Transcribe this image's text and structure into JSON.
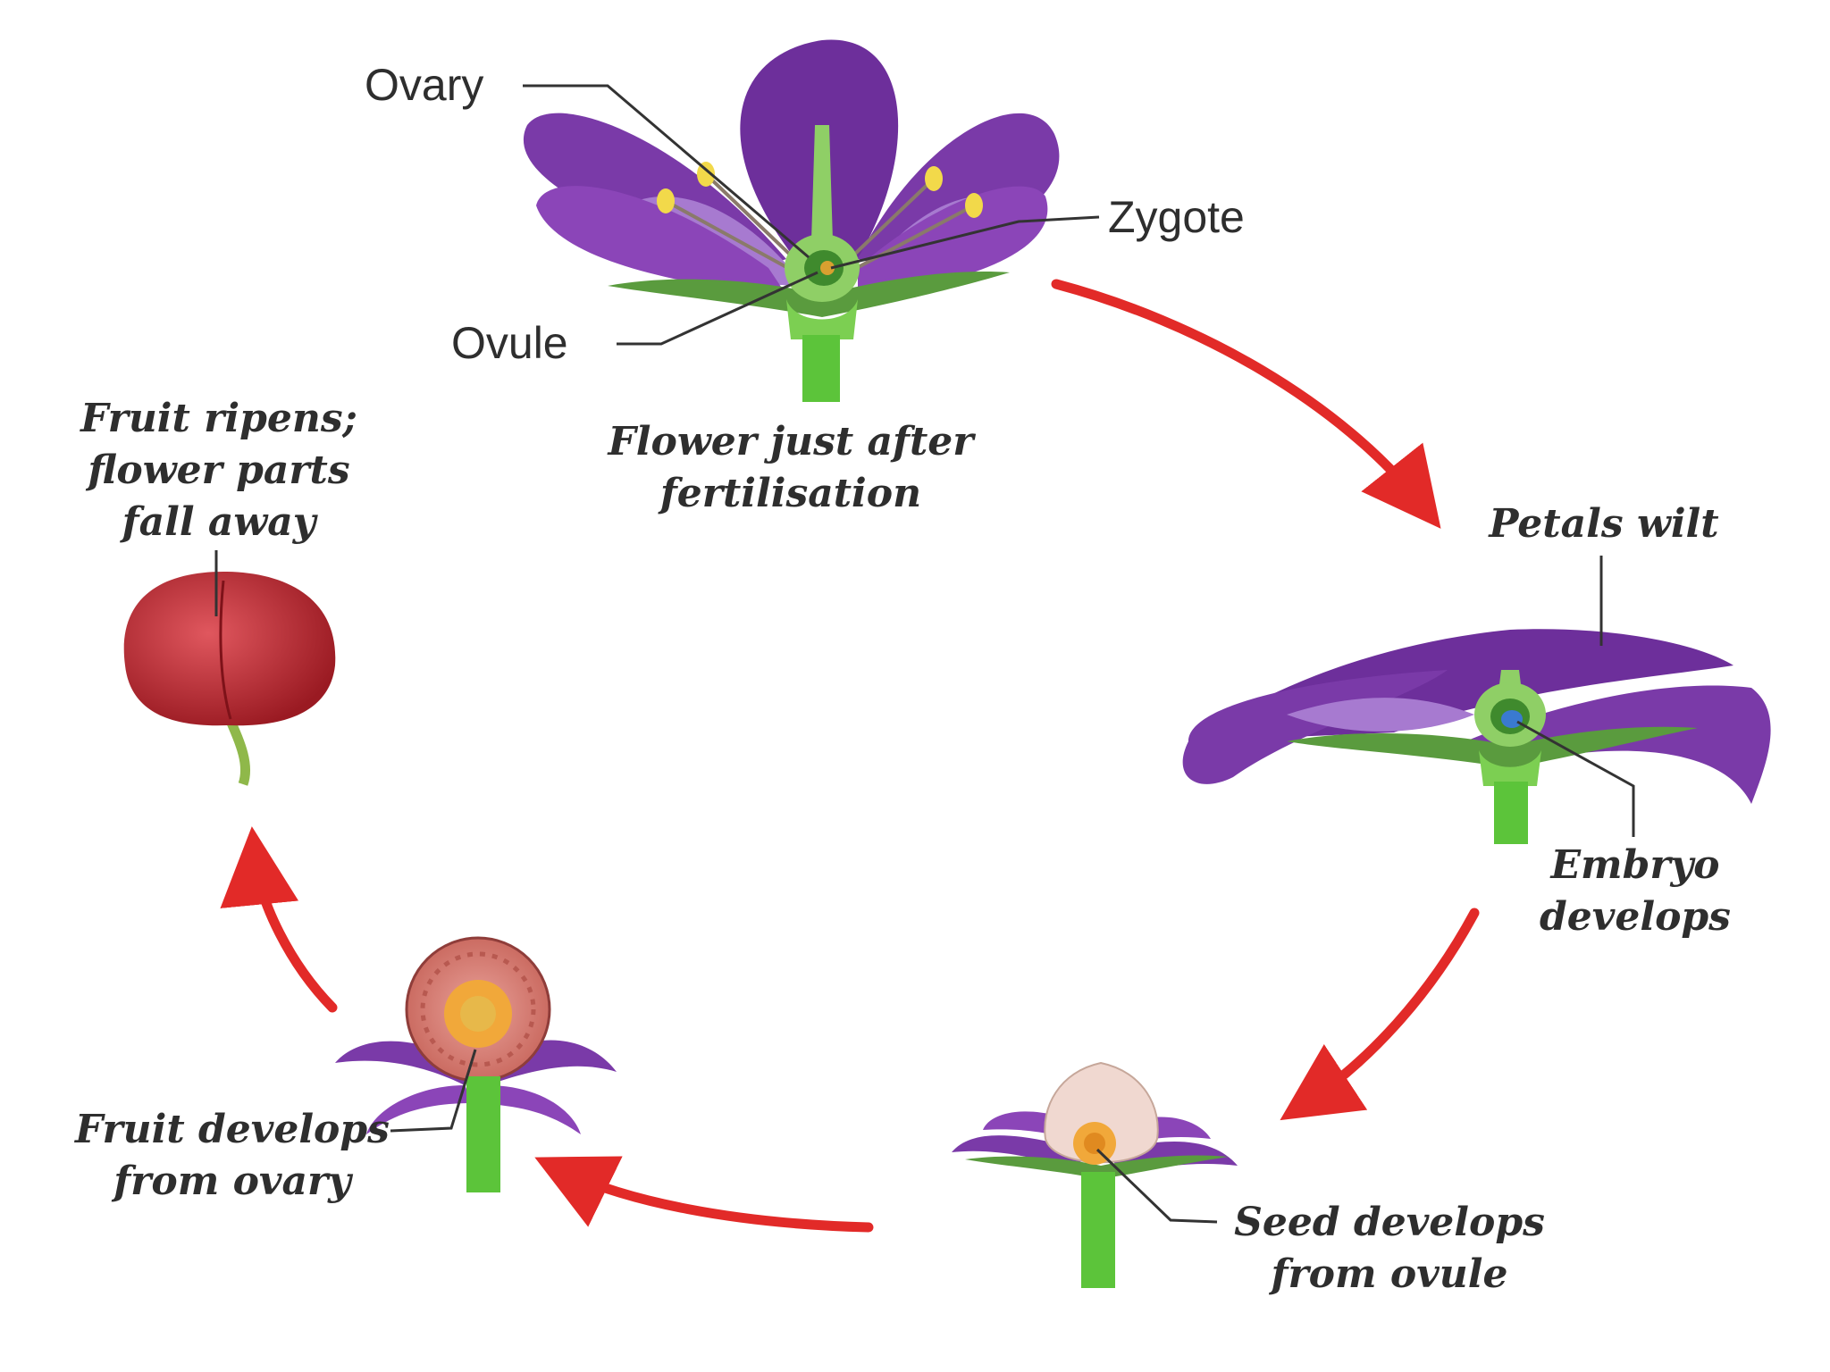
{
  "colors": {
    "arrow": "#e22a28",
    "petal": "#7a3aa8",
    "petal_light": "#a77ad0",
    "sepal": "#5a9b3e",
    "stem": "#5cc43a",
    "fruit": "#b8232c",
    "leader": "#333333"
  },
  "labels": {
    "ovary": "Ovary",
    "zygote": "Zygote",
    "ovule": "Ovule"
  },
  "captions": {
    "fertilisation": [
      "Flower just after",
      "fertilisation"
    ],
    "petals_wilt": [
      "Petals wilt"
    ],
    "embryo": [
      "Embryo",
      "develops"
    ],
    "seed": [
      "Seed develops",
      "from ovule"
    ],
    "fruit_develops": [
      "Fruit develops",
      "from ovary"
    ],
    "fruit_ripens": [
      "Fruit ripens;",
      "flower parts",
      "fall away"
    ]
  }
}
